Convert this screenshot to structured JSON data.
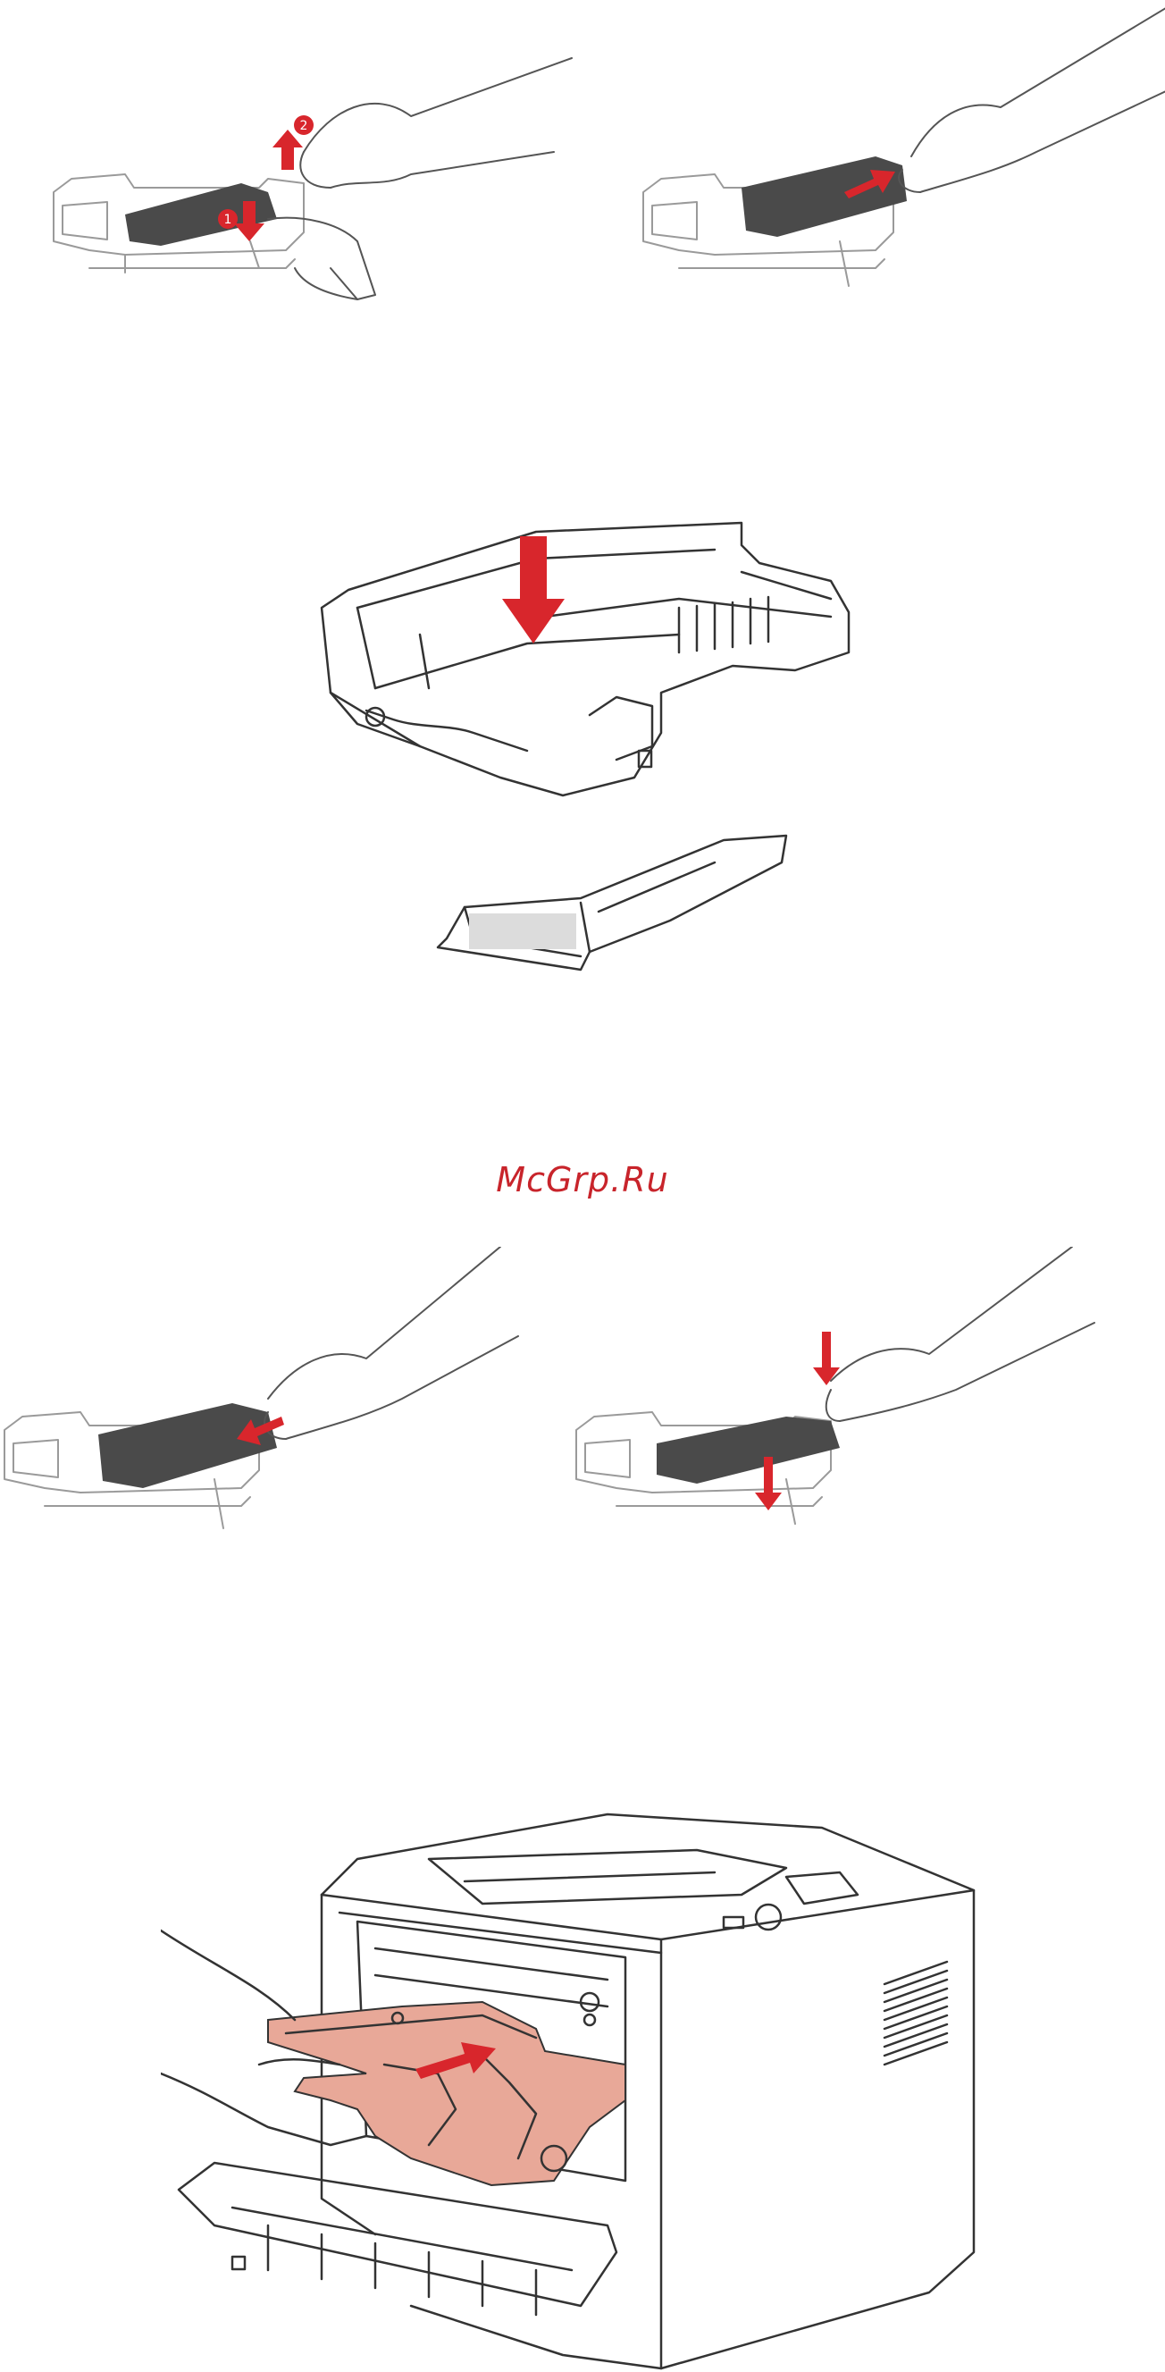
{
  "watermark": {
    "text": "McGrp.Ru",
    "color": "#c8242b"
  },
  "colors": {
    "arrow_red": "#d8262c",
    "toner_highlight": "#e8a898",
    "cartridge_gray": "#555555"
  },
  "figures": [
    {
      "id": "fig-1",
      "icon": "remove-toner-from-drum-illustration",
      "step_labels": [
        "1",
        "2"
      ]
    },
    {
      "id": "fig-2",
      "icon": "pull-toner-out-illustration"
    },
    {
      "id": "fig-3",
      "icon": "drum-unit-with-toner-illustration"
    },
    {
      "id": "fig-4",
      "icon": "insert-toner-illustration"
    },
    {
      "id": "fig-5",
      "icon": "press-toner-down-illustration"
    },
    {
      "id": "fig-6",
      "icon": "install-drum-into-printer-illustration"
    }
  ]
}
